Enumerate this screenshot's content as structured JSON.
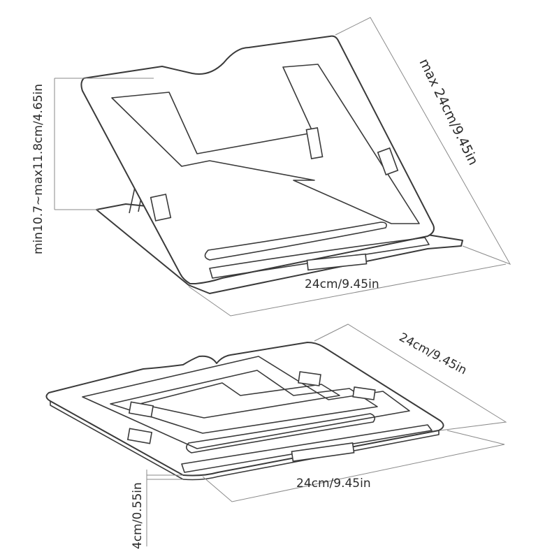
{
  "raised_view": {
    "height_label": "min10.7~max11.8cm/4.65in",
    "depth_label": "max 24cm/9.45in",
    "width_label": "24cm/9.45in"
  },
  "folded_view": {
    "depth_label": "24cm/9.45in",
    "width_label": "24cm/9.45in",
    "height_label": "4cm/0.55in"
  }
}
